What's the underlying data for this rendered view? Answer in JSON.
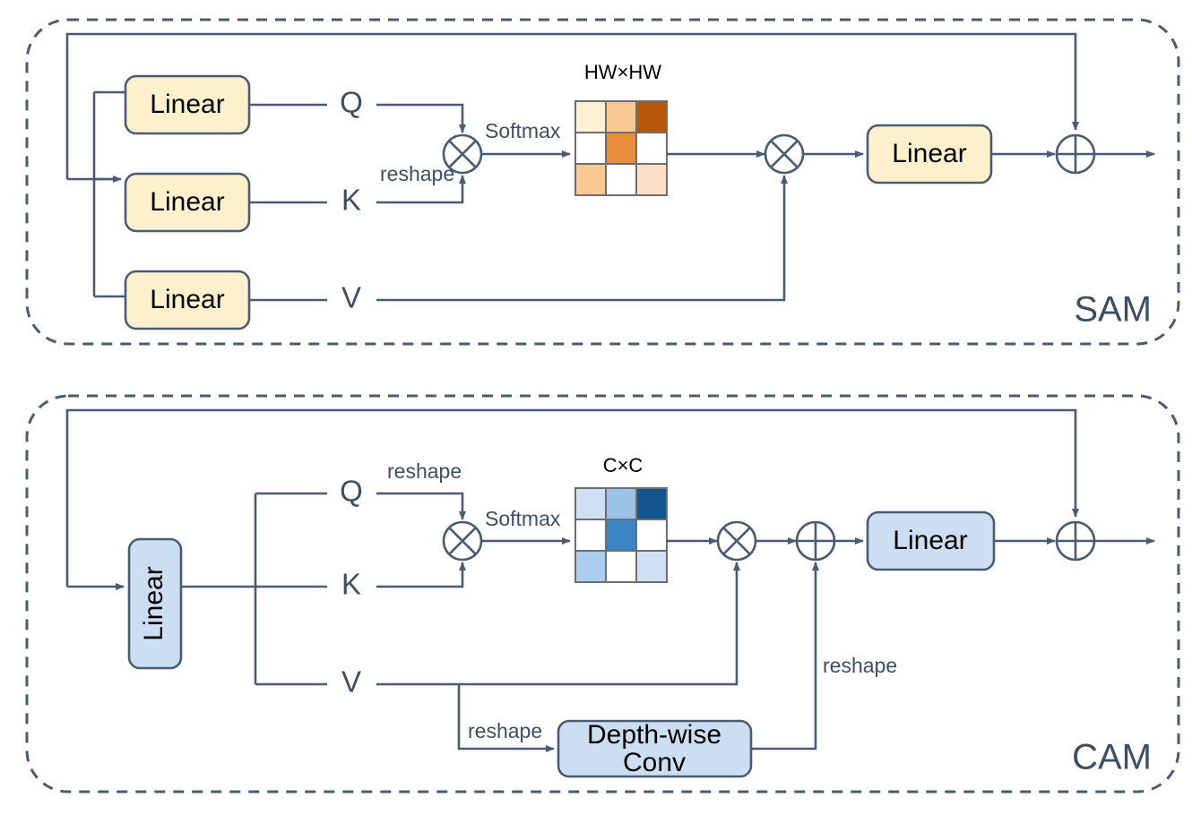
{
  "figure": {
    "title": "SAM and CAM attention module diagram",
    "stroke_color": "#4a5c72",
    "text_color": "#3d4f63",
    "background": "#ffffff"
  },
  "modules": [
    {
      "id": "sam",
      "name": "SAM",
      "accent_fill": "#fdf0cd",
      "accent_stroke": "#4a5c72",
      "blocks": [
        {
          "id": "sam-linear-q",
          "label": "Linear"
        },
        {
          "id": "sam-linear-k",
          "label": "Linear"
        },
        {
          "id": "sam-linear-v",
          "label": "Linear"
        },
        {
          "id": "sam-linear-out",
          "label": "Linear"
        }
      ],
      "signals": [
        {
          "id": "sam-q",
          "label": "Q"
        },
        {
          "id": "sam-k",
          "label": "K"
        },
        {
          "id": "sam-v",
          "label": "V"
        }
      ],
      "operators": [
        {
          "id": "sam-matmul-qk",
          "glyph": "multiply"
        },
        {
          "id": "sam-matmul-av",
          "glyph": "multiply"
        },
        {
          "id": "sam-add-residual",
          "glyph": "plus"
        }
      ],
      "annotations": [
        {
          "id": "sam-softmax",
          "label": "Softmax"
        },
        {
          "id": "sam-reshape-k",
          "label": "reshape"
        }
      ],
      "matrix": {
        "id": "sam-attention-matrix",
        "caption": "HW×HW",
        "rows": 3,
        "cols": 3,
        "cells": [
          [
            "#fdf1d3",
            "#f8c893",
            "#b65708"
          ],
          [
            "#ffffff",
            "#e78c3b",
            "#ffffff"
          ],
          [
            "#f8c893",
            "#ffffff",
            "#fce0c8"
          ]
        ]
      }
    },
    {
      "id": "cam",
      "name": "CAM",
      "accent_fill": "#cbdef2",
      "accent_stroke": "#4a5c72",
      "blocks": [
        {
          "id": "cam-linear-in",
          "label": "Linear"
        },
        {
          "id": "cam-depthwise-conv",
          "label": "Depth-wise Conv",
          "line1": "Depth-wise",
          "line2": "Conv"
        },
        {
          "id": "cam-linear-out",
          "label": "Linear"
        }
      ],
      "signals": [
        {
          "id": "cam-q",
          "label": "Q"
        },
        {
          "id": "cam-k",
          "label": "K"
        },
        {
          "id": "cam-v",
          "label": "V"
        }
      ],
      "operators": [
        {
          "id": "cam-matmul-qk",
          "glyph": "multiply"
        },
        {
          "id": "cam-matmul-av",
          "glyph": "multiply"
        },
        {
          "id": "cam-add-conv",
          "glyph": "plus"
        },
        {
          "id": "cam-add-residual",
          "glyph": "plus"
        }
      ],
      "annotations": [
        {
          "id": "cam-reshape-q",
          "label": "reshape"
        },
        {
          "id": "cam-softmax",
          "label": "Softmax"
        },
        {
          "id": "cam-reshape-v",
          "label": "reshape"
        },
        {
          "id": "cam-reshape-conv",
          "label": "reshape"
        }
      ],
      "matrix": {
        "id": "cam-attention-matrix",
        "caption": "C×C",
        "rows": 3,
        "cols": 3,
        "cells": [
          [
            "#cfe0f5",
            "#9cc2e8",
            "#12558f"
          ],
          [
            "#ffffff",
            "#3c85c4",
            "#ffffff"
          ],
          [
            "#adcdee",
            "#ffffff",
            "#cfe0f5"
          ]
        ]
      }
    }
  ]
}
